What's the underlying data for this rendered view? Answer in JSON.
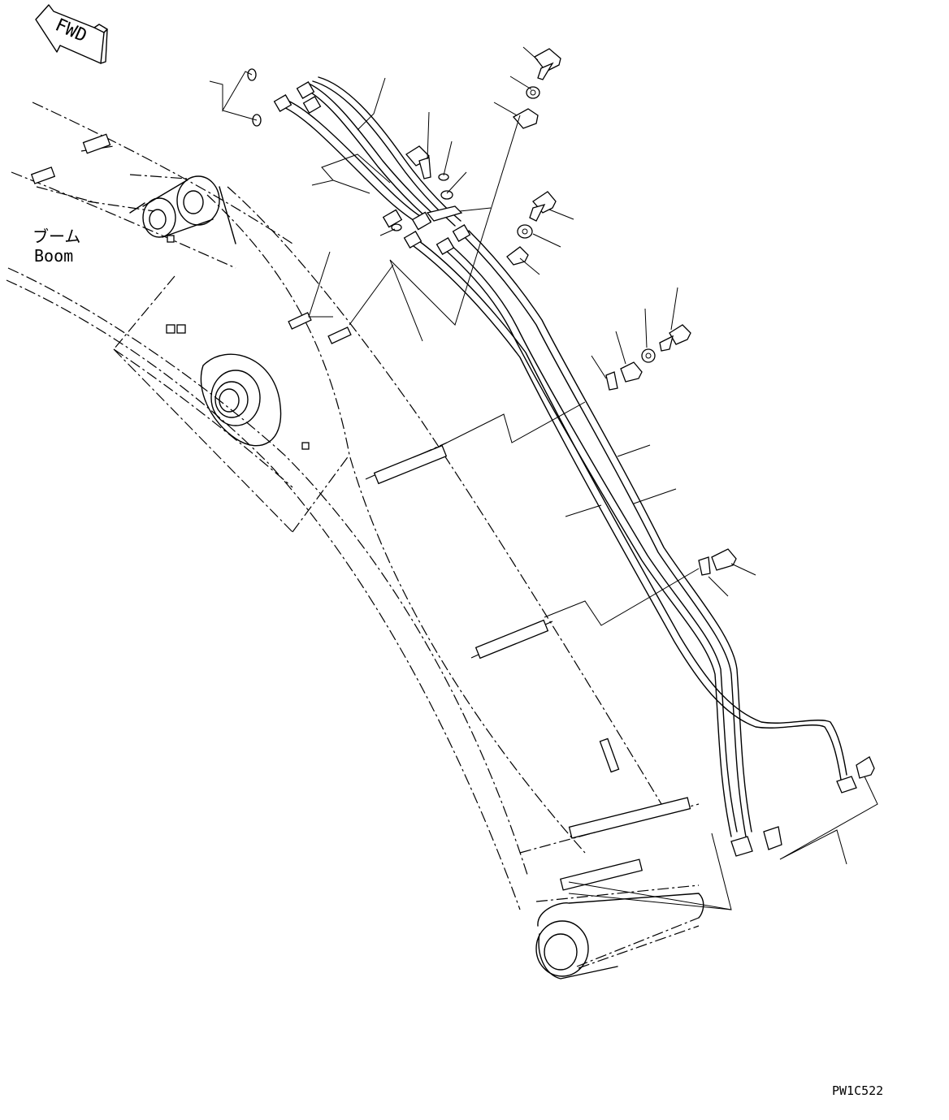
{
  "diagram": {
    "direction_label": "FWD",
    "component_label_jp": "ブーム",
    "component_label_en": "Boom",
    "drawing_code": "PW1C522"
  }
}
